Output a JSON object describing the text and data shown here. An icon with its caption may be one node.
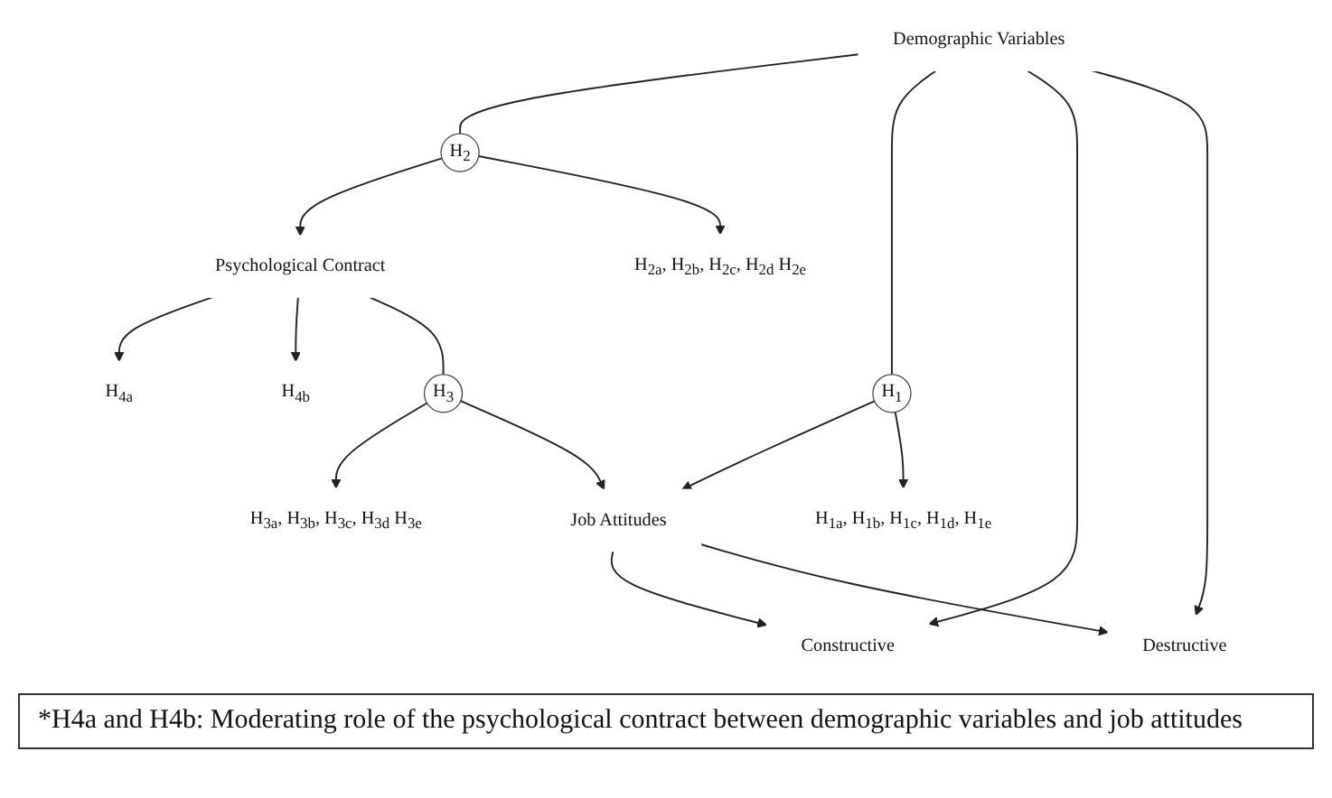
{
  "diagram": {
    "caption": "*H4a and H4b: Moderating role of the psychological contract between demographic variables and job attitudes",
    "nodes": [
      {
        "text": [
          "Psychological Contract"
        ]
      },
      {
        "text": [
          "H$_{4a}$"
        ]
      },
      {
        "text": [
          "H$_{4b}$"
        ]
      },
      {
        "text": [
          "H$_{2}$"
        ]
      },
      {
        "text": [
          "H$_{2a}$, H$_{2b}$, H$_{2c}$, H$_{2d}$ H$_{2e}$"
        ]
      },
      {
        "text": [
          "H$_{3}$"
        ]
      },
      {
        "text": [
          "H$_{3a}$, H$_{3b}$, H$_{3c}$, H$_{3d}$ H$_{3e}$"
        ]
      },
      {
        "text": [
          "Demographic Variables"
        ]
      },
      {
        "text": [
          "H$_{1}$"
        ]
      },
      {
        "text": [
          "Job Attitudes"
        ]
      },
      {
        "text": [
          "H$_{1a}$, H$_{1b}$, H$_{1c}$, H$_{1d}$, H$_{1e}$"
        ]
      },
      {
        "text": [
          "Constructive"
        ]
      },
      {
        "text": [
          "Destructive"
        ]
      }
    ],
    "edges": [
      {
        "from": 0,
        "to": 1,
        "arrow": "to"
      },
      {
        "from": 0,
        "to": 2,
        "arrow": "to"
      },
      {
        "from": 3,
        "to": 0,
        "arrow": "to"
      },
      {
        "from": 3,
        "to": 4,
        "arrow": "to"
      },
      {
        "from": 7,
        "to": 3,
        "arrow": "none"
      },
      {
        "from": 0,
        "to": 5,
        "arrow": "none"
      },
      {
        "from": 5,
        "to": 6,
        "arrow": "to"
      },
      {
        "from": 5,
        "to": 9,
        "arrow": "to"
      },
      {
        "from": 7,
        "to": 8,
        "arrow": "none"
      },
      {
        "from": 8,
        "to": 9,
        "arrow": "to"
      },
      {
        "from": 8,
        "to": 10,
        "arrow": "to"
      },
      {
        "from": 9,
        "to": 11,
        "arrow": "to"
      },
      {
        "from": 9,
        "to": 12,
        "arrow": "to"
      },
      {
        "from": 7,
        "to": 11,
        "arrow": "to"
      },
      {
        "from": 7,
        "to": 12,
        "arrow": "to"
      }
    ]
  }
}
